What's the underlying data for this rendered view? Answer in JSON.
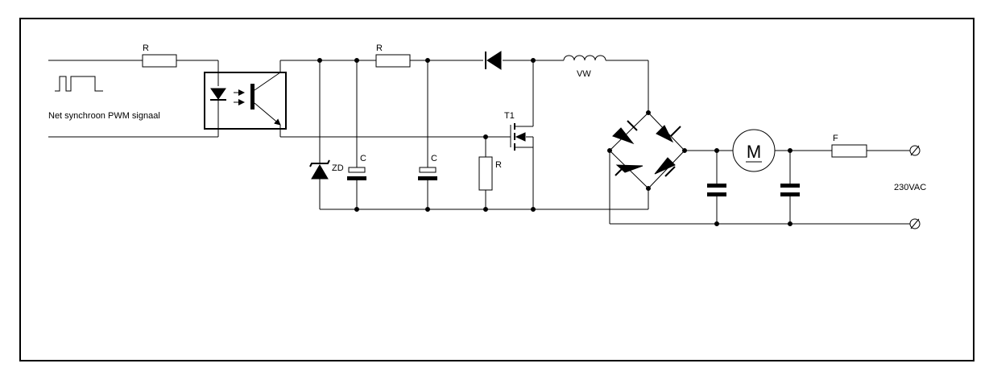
{
  "labels": {
    "input_resistor": "R",
    "pwm_signal": "Net synchroon PWM signaal",
    "series_resistor": "R",
    "inductor": "VW",
    "transistor": "T1",
    "zener": "ZD",
    "cap_1": "C",
    "cap_2": "C",
    "gate_resistor": "R",
    "motor": "M",
    "fuse": "F",
    "mains": "230VAC"
  }
}
